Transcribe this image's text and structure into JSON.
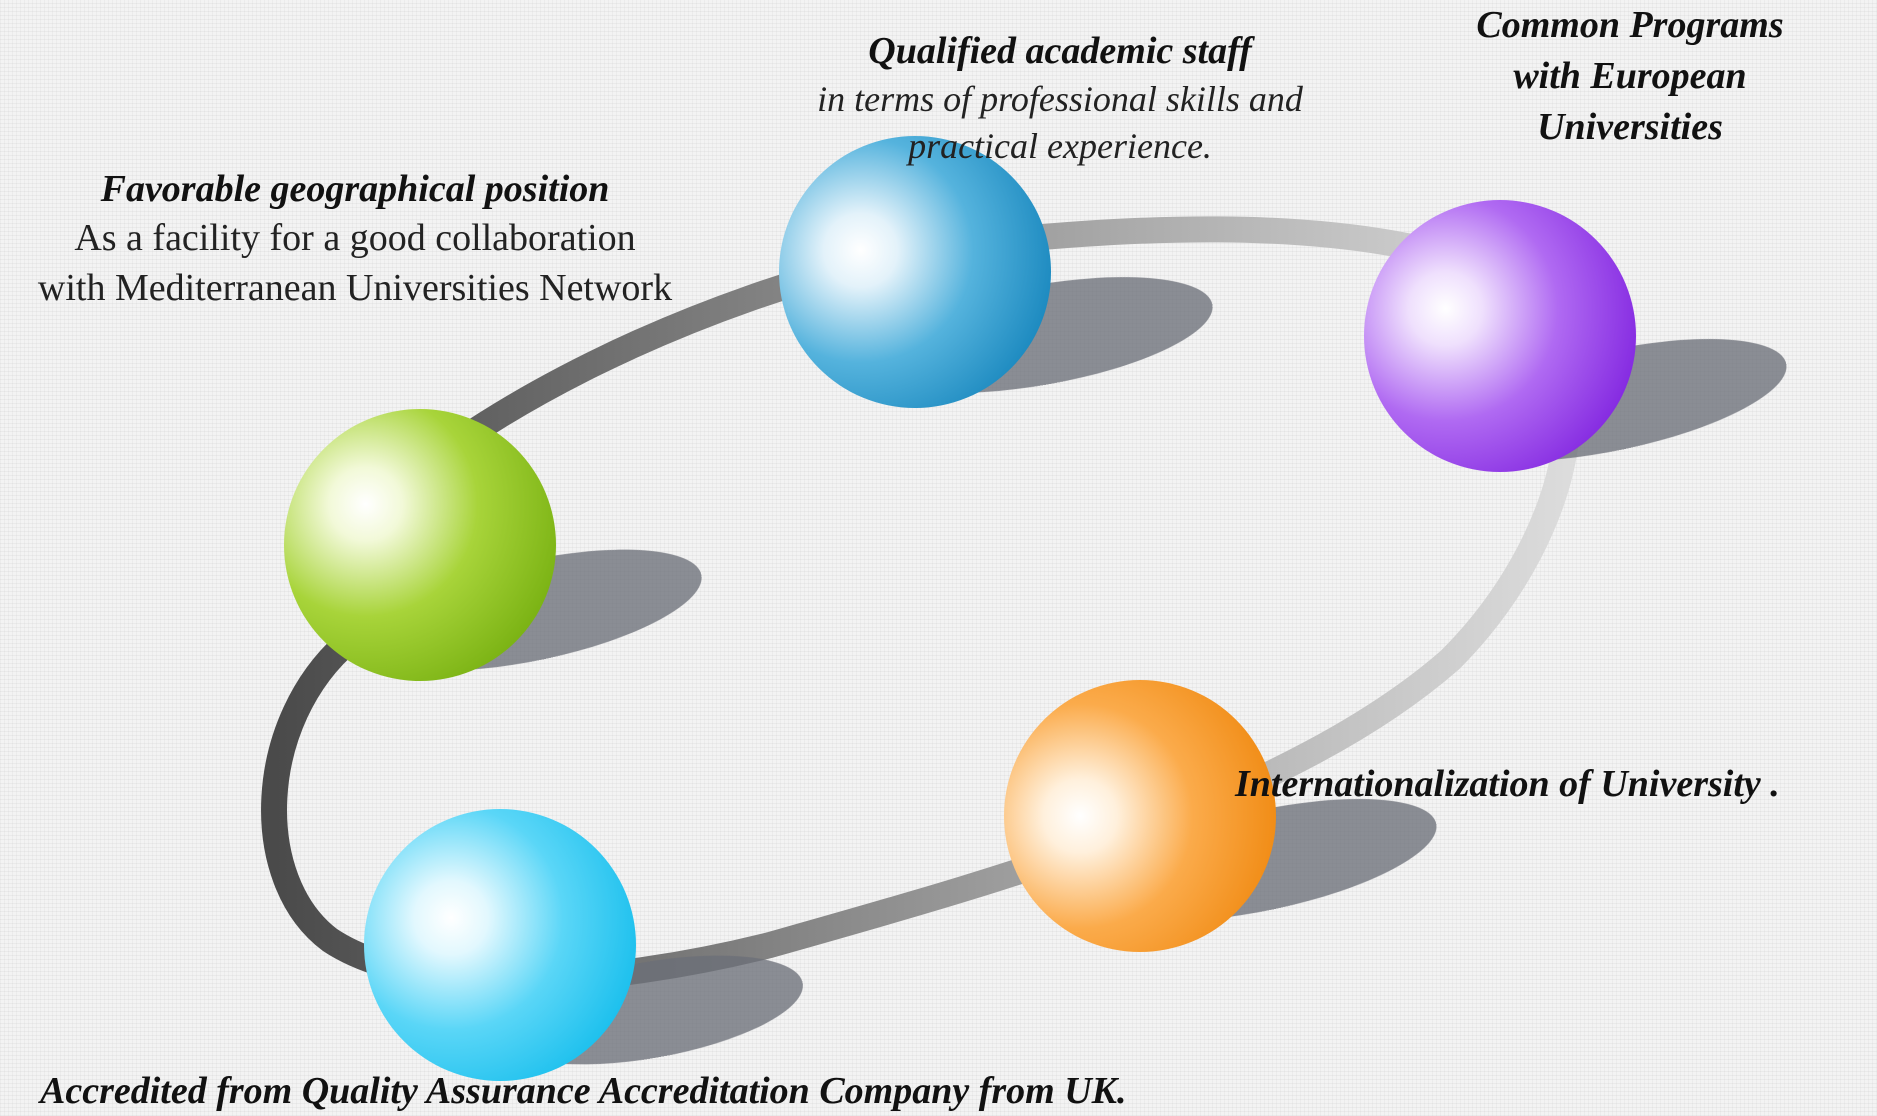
{
  "nodes": [
    {
      "id": "green",
      "color": "#8cc21a"
    },
    {
      "id": "blue",
      "color": "#1b93c9"
    },
    {
      "id": "purple",
      "color": "#8a2be8"
    },
    {
      "id": "orange",
      "color": "#f7931e"
    },
    {
      "id": "cyan",
      "color": "#1ec8f2"
    }
  ],
  "labels": {
    "geo": {
      "title": "Favorable geographical position",
      "line1": "As a facility for a good collaboration",
      "line2": "with Mediterranean Universities Network"
    },
    "staff": {
      "title": "Qualified academic staff",
      "line1": "in terms of professional skills and",
      "line2": "practical experience."
    },
    "programs": {
      "line1": "Common Programs",
      "line2": "with European",
      "line3": "Universities"
    },
    "intl": {
      "title": "Internationalization of University ."
    },
    "accredited": {
      "title": "Accredited  from Quality Assurance Accreditation Company from UK."
    }
  }
}
